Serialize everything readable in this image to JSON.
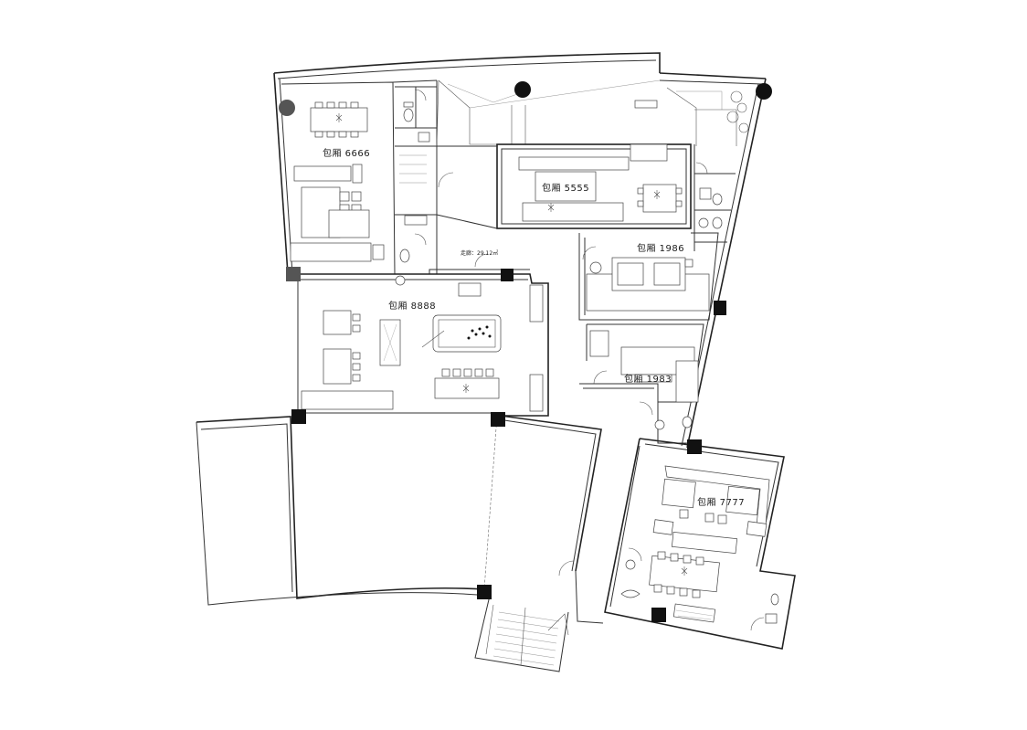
{
  "rooms": {
    "r6666": "包厢  6666",
    "r5555": "包厢  5555",
    "r1986": "包厢  1986",
    "r8888": "包厢  8888",
    "r1983": "包厢  1983",
    "r7777": "包厢  7777"
  },
  "corridor_note": "走廊：29.12㎡"
}
